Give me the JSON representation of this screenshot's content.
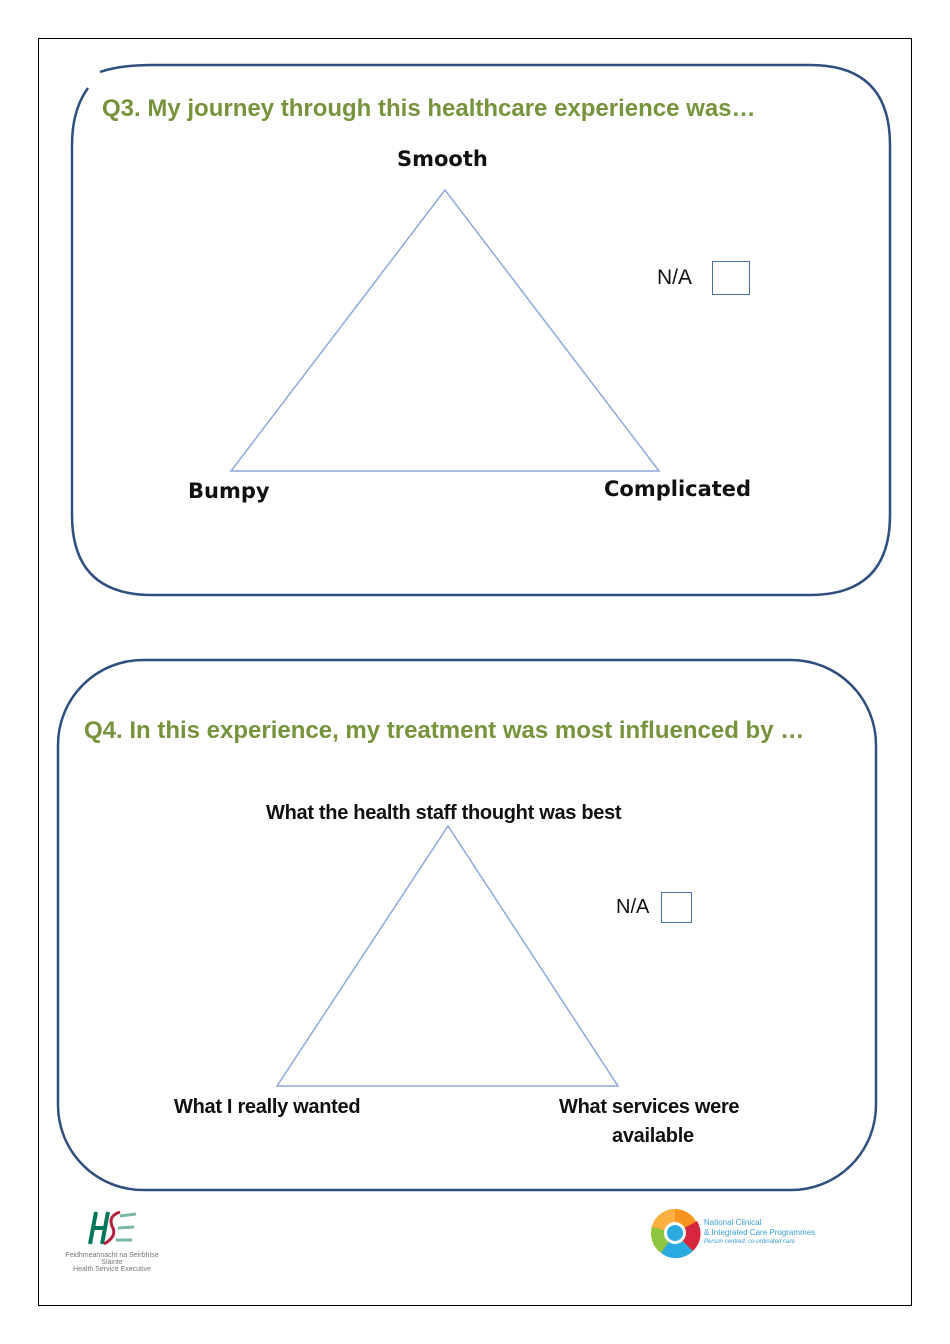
{
  "q3": {
    "title": "Q3.  My journey through this healthcare experience was…",
    "top": "Smooth",
    "left": "Bumpy",
    "right": "Complicated",
    "na": "N/A"
  },
  "q4": {
    "title": "Q4. In this experience, my treatment was most influenced by …",
    "top": "What the health staff thought was best",
    "left": "What I really wanted",
    "right_line1": "What services were",
    "right_line2": "available",
    "na": "N/A"
  },
  "footer": {
    "hse_irish": "Feidhmeannacht na Seirbhíse Sláinte",
    "hse_english": "Health Service Executive",
    "ncp_line1": "National Clinical",
    "ncp_line2": "& Integrated Care Programmes",
    "ncp_tagline": "Person centred, co-ordinated care"
  },
  "colors": {
    "title": "#77933c",
    "frame": "#2f4f7f",
    "triangle": "#8ea9db"
  }
}
